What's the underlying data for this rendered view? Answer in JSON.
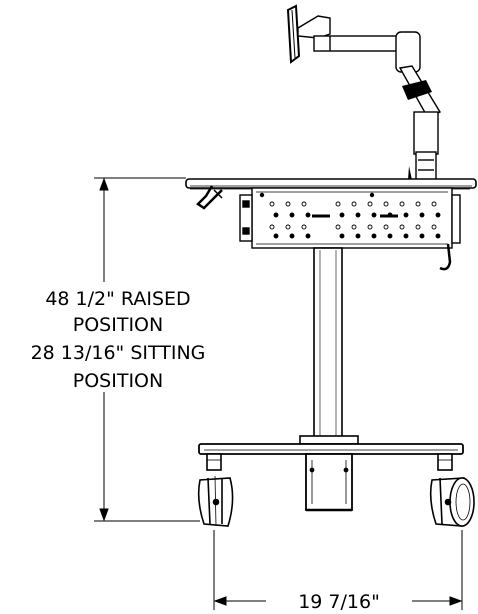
{
  "dimensions": {
    "height_line1": "48 1/2\" RAISED",
    "height_line2": "POSITION",
    "height_line3": "28 13/16\" SITTING",
    "height_line4": "POSITION",
    "width": "19 7/16\""
  },
  "colors": {
    "line": "#000000",
    "background": "#ffffff"
  }
}
